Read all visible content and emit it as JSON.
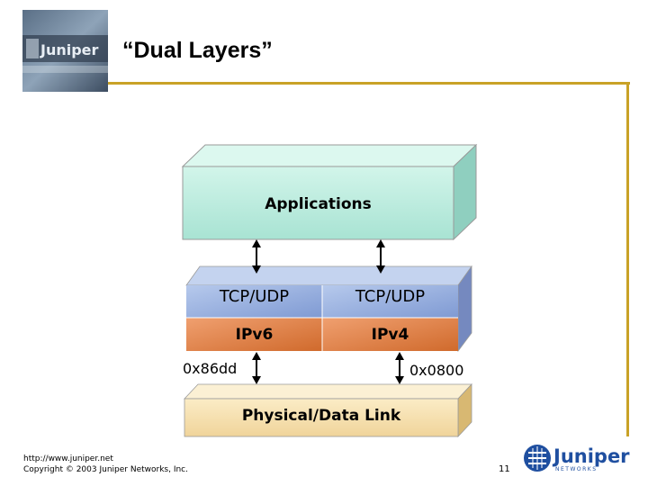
{
  "slide": {
    "title": "“Dual Layers”",
    "footer_url": "http://www.juniper.net",
    "footer_copyright": "Copyright © 2003 Juniper Networks, Inc.",
    "page_number": "11",
    "brand_name": "Juniper",
    "brand_sub": "NETWORKS",
    "logo_photo_text": "Juniper",
    "accent_color": "#c9a227"
  },
  "diagram": {
    "applications_label": "Applications",
    "tcp_udp_left": "TCP/UDP",
    "tcp_udp_right": "TCP/UDP",
    "ipv6_label": "IPv6",
    "ipv4_label": "IPv4",
    "ethertype_v6": "0x86dd",
    "ethertype_v4": "0x0800",
    "link_label": "Physical/Data Link",
    "colors": {
      "applications": "#b9ecdf",
      "tcp_udp": "#95aedf",
      "ip": "#e07a3a",
      "link": "#f5deaa"
    }
  }
}
